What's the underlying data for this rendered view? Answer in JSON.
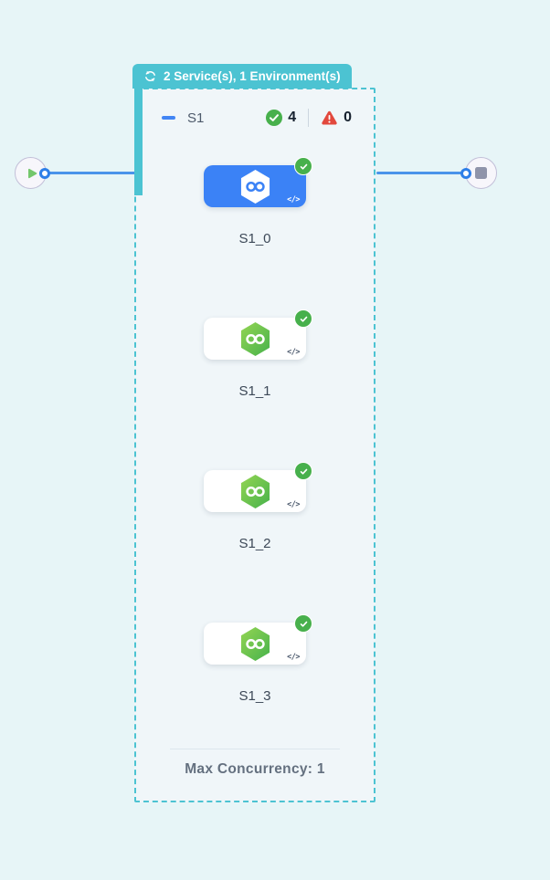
{
  "canvas": {
    "description": "pipeline execution graph"
  },
  "endpoints": {
    "start": "play",
    "end": "stop"
  },
  "group": {
    "badge": {
      "icon": "loop-icon",
      "label": "2 Service(s), 1 Environment(s)"
    },
    "header": {
      "collapse_icon": "minus-icon",
      "title": "S1",
      "success_count": "4",
      "failure_count": "0"
    },
    "nodes": [
      {
        "label": "S1_0",
        "selected": true,
        "status": "success",
        "icon": "service-hexagon-infinity-icon"
      },
      {
        "label": "S1_1",
        "selected": false,
        "status": "success",
        "icon": "service-hexagon-infinity-icon"
      },
      {
        "label": "S1_2",
        "selected": false,
        "status": "success",
        "icon": "service-hexagon-infinity-icon"
      },
      {
        "label": "S1_3",
        "selected": false,
        "status": "success",
        "icon": "service-hexagon-infinity-icon"
      }
    ],
    "footer": {
      "max_concurrency": "Max Concurrency: 1"
    }
  },
  "icons": {
    "code": "</>"
  },
  "colors": {
    "page_background": "#e7f5f7",
    "group_background": "#f0f6f9",
    "teal_accent": "#4cc3d2",
    "edge_blue": "#4b94ea",
    "selected_node_blue": "#3b82f6",
    "success_green": "#47b04c",
    "error_red": "#e2483d",
    "hexagon_green_start": "#94d553",
    "hexagon_green_end": "#46b24b"
  }
}
